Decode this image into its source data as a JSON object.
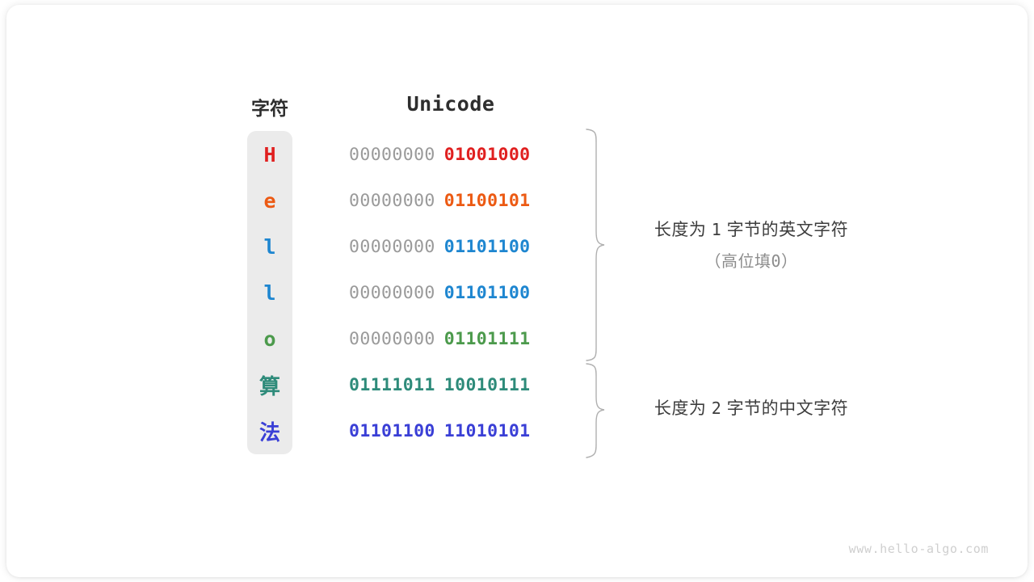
{
  "headers": {
    "char": "字符",
    "unicode": "Unicode"
  },
  "colors": {
    "chip_bg": "#ebebeb",
    "zero_gray": "#9a9a9a",
    "brace": "#b0b0b0",
    "text_dark": "#2e2e2e",
    "note_gray": "#8c8c8c",
    "watermark": "#cfcfcf"
  },
  "rows": [
    {
      "char": "H",
      "color": "#e02020",
      "high_byte": "00000000",
      "low_byte": "01001000",
      "high_filled": false,
      "cjk": false
    },
    {
      "char": "e",
      "color": "#ec5a13",
      "high_byte": "00000000",
      "low_byte": "01100101",
      "high_filled": false,
      "cjk": false
    },
    {
      "char": "l",
      "color": "#1e86d0",
      "high_byte": "00000000",
      "low_byte": "01101100",
      "high_filled": false,
      "cjk": false
    },
    {
      "char": "l",
      "color": "#1e86d0",
      "high_byte": "00000000",
      "low_byte": "01101100",
      "high_filled": false,
      "cjk": false
    },
    {
      "char": "o",
      "color": "#4c9a4c",
      "high_byte": "00000000",
      "low_byte": "01101111",
      "high_filled": false,
      "cjk": false
    },
    {
      "char": "算",
      "color": "#2e8b7a",
      "high_byte": "01111011",
      "low_byte": "10010111",
      "high_filled": true,
      "cjk": true
    },
    {
      "char": "法",
      "color": "#3a3fd6",
      "high_byte": "01101100",
      "low_byte": "11010101",
      "high_filled": true,
      "cjk": true
    }
  ],
  "annotations": {
    "ascii": {
      "main_prefix": "长度为",
      "main_number": "1",
      "main_suffix": "字节的英文字符",
      "sub_prefix": "（高位填",
      "sub_number": "0",
      "sub_suffix": "）"
    },
    "cjk": {
      "main_prefix": "长度为",
      "main_number": "2",
      "main_suffix": "字节的中文字符"
    }
  },
  "watermark": "www.hello-algo.com"
}
